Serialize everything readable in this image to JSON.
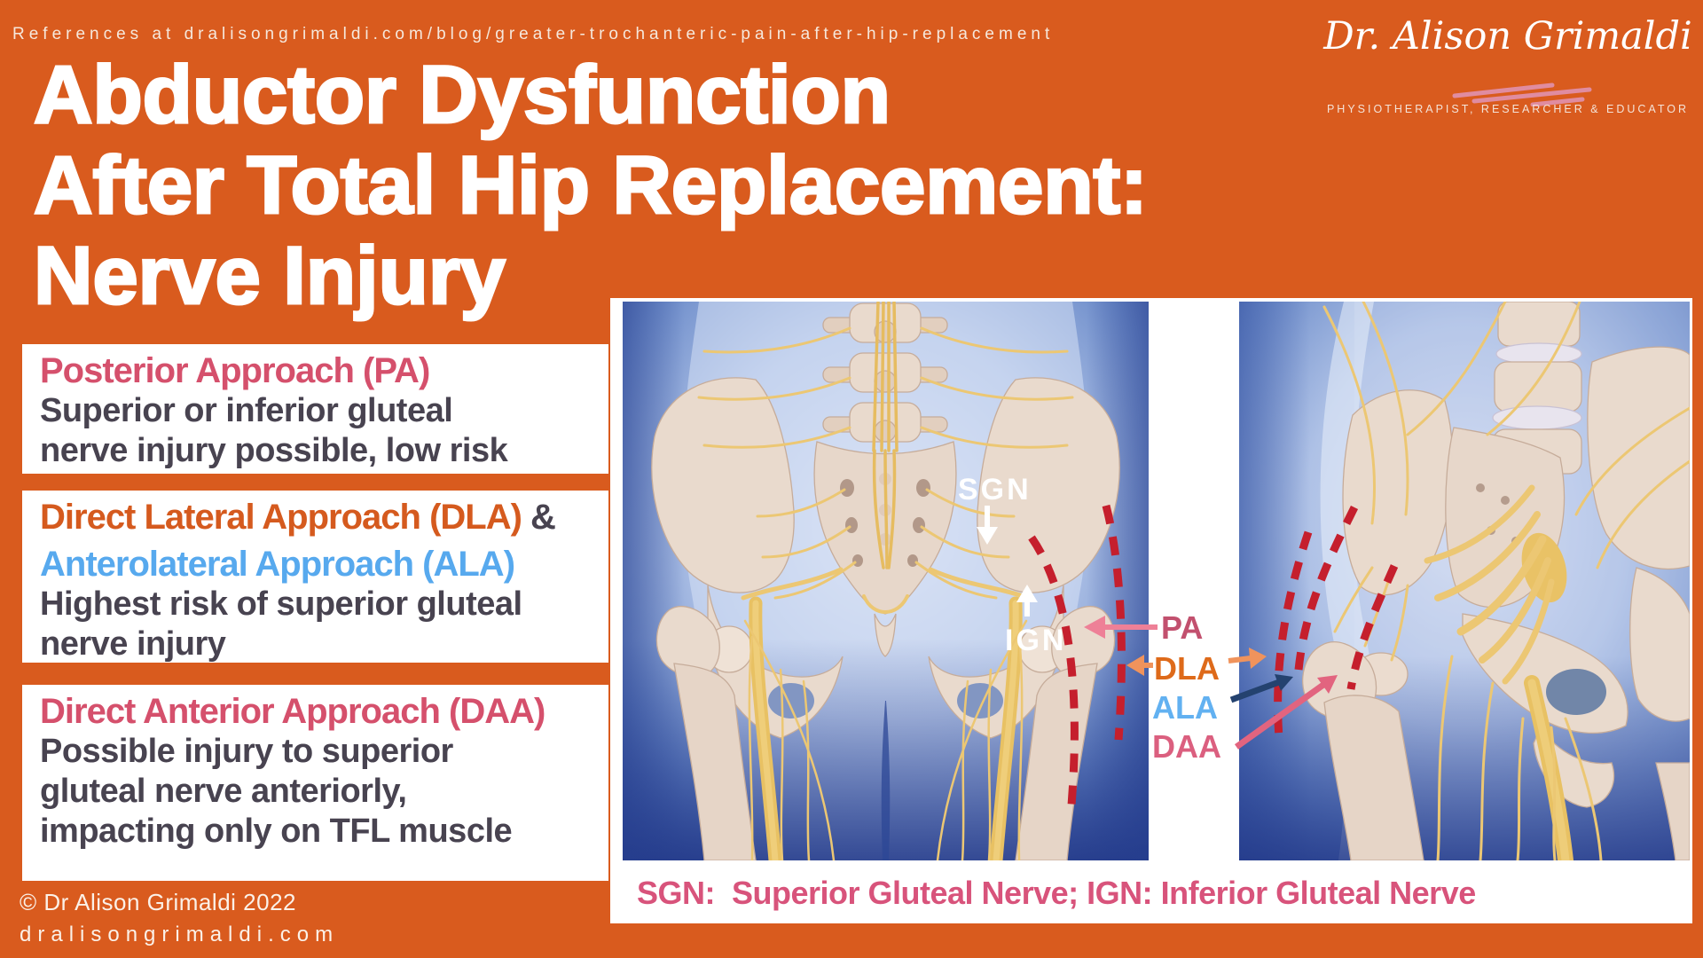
{
  "header": {
    "references": "References at dralisongrimaldi.com/blog/greater-trochanteric-pain-after-hip-replacement",
    "title_line1": "Abductor Dysfunction",
    "title_line2": "After Total Hip Replacement:",
    "title_line3": "Nerve Injury"
  },
  "logo": {
    "name": "Dr. Alison Grimaldi",
    "tagline": "PHYSIOTHERAPIST, RESEARCHER & EDUCATOR"
  },
  "boxes": {
    "box1": {
      "title": "Posterior Approach (PA)",
      "body_line1": "Superior or inferior gluteal",
      "body_line2": "nerve injury possible, low risk"
    },
    "box2": {
      "title": "Direct Lateral Approach (DLA)",
      "amp": " &",
      "title2": "Anterolateral Approach (ALA)",
      "body_line1": "Highest risk of superior gluteal",
      "body_line2": "nerve injury"
    },
    "box3": {
      "title": "Direct Anterior Approach (DAA)",
      "body_line1": "Possible injury to superior",
      "body_line2": "gluteal nerve anteriorly,",
      "body_line3": "impacting only on TFL muscle"
    }
  },
  "figure": {
    "sgn": "SGN",
    "ign": "IGN",
    "pa": "PA",
    "dla": "DLA",
    "ala": "ALA",
    "daa": "DAA",
    "caption": "SGN:  Superior Gluteal Nerve; IGN: Inferior Gluteal Nerve"
  },
  "footer": {
    "copyright": "© Dr Alison Grimaldi 2022",
    "website": "dralisongrimaldi.com"
  },
  "colors": {
    "background": "#D95B1E",
    "panel": "#FFFFFF",
    "heading_pink": "#D5506C",
    "heading_orange": "#D55A1E",
    "heading_blue": "#57A9EE",
    "body_text": "#484350",
    "caption_pink": "#D8537B",
    "label_pa": "#C2506E",
    "label_dla": "#DE6A1A",
    "label_ala": "#62B1F1",
    "label_daa": "#DB5F7F",
    "dashed_red": "#C51F2D",
    "nerve_yellow": "#ECC773",
    "bone": "#E9DACD"
  }
}
